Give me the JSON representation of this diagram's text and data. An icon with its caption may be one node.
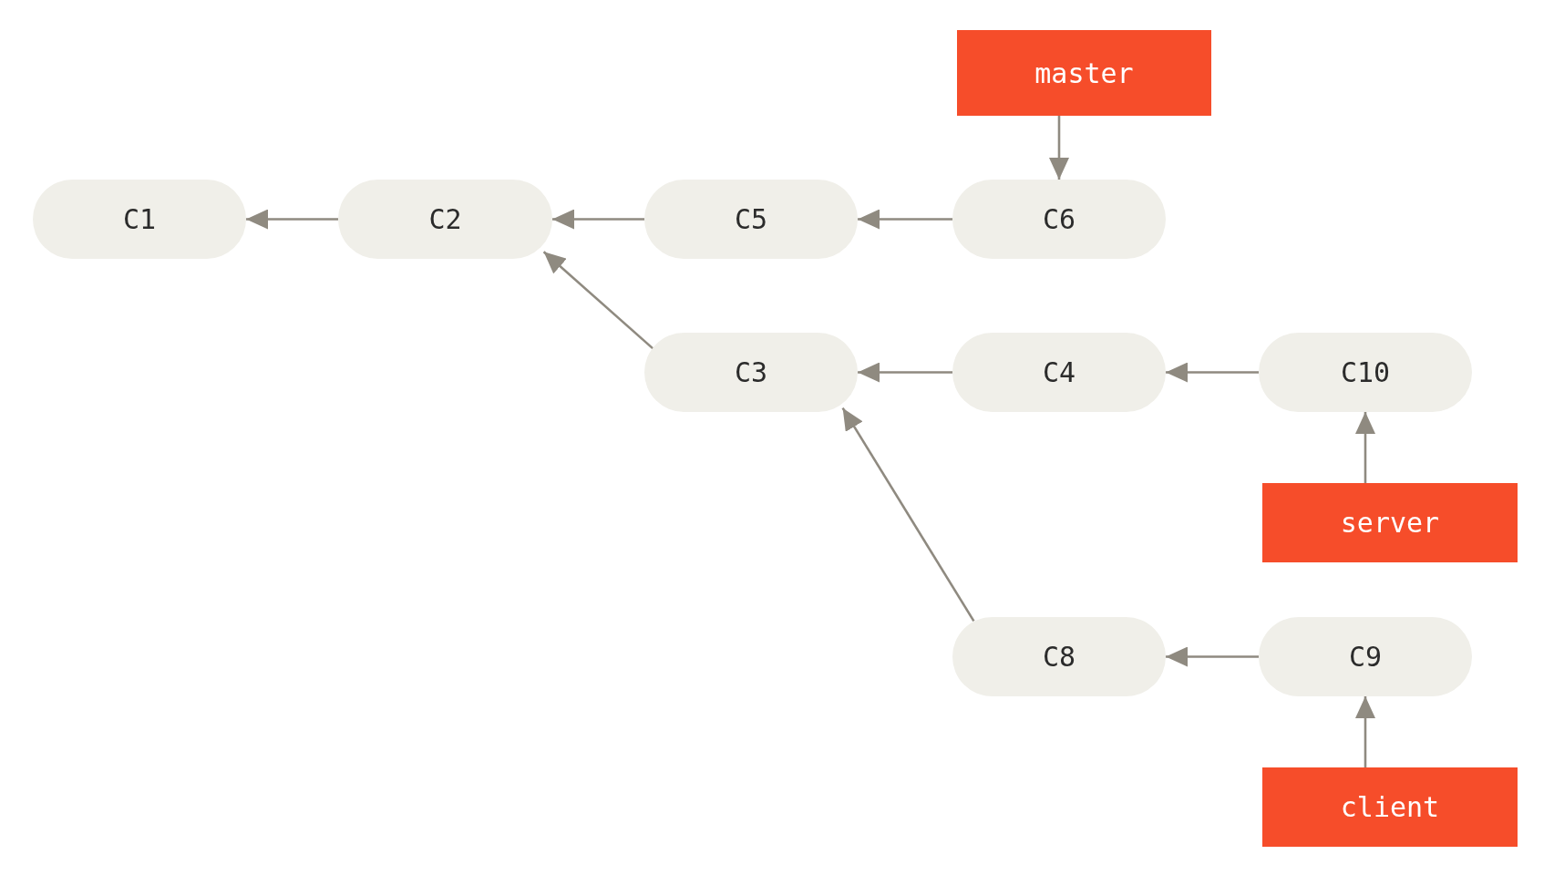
{
  "diagram": {
    "nodes": [
      {
        "text": [
          "master"
        ]
      },
      {
        "text": [
          "C1"
        ]
      },
      {
        "text": [
          "C2"
        ]
      },
      {
        "text": [
          "C5"
        ]
      },
      {
        "text": [
          "C6"
        ]
      },
      {
        "text": [
          "C3"
        ]
      },
      {
        "text": [
          "C4"
        ]
      },
      {
        "text": [
          "C10"
        ]
      },
      {
        "text": [
          "server"
        ]
      },
      {
        "text": [
          "C8"
        ]
      },
      {
        "text": [
          "C9"
        ]
      },
      {
        "text": [
          "client"
        ]
      }
    ],
    "edges": [
      {
        "from": 0,
        "to": 4,
        "arrow": "to"
      },
      {
        "from": 2,
        "to": 1,
        "arrow": "to"
      },
      {
        "from": 3,
        "to": 2,
        "arrow": "to"
      },
      {
        "from": 4,
        "to": 3,
        "arrow": "to"
      },
      {
        "from": 5,
        "to": 2,
        "arrow": "to"
      },
      {
        "from": 6,
        "to": 5,
        "arrow": "to"
      },
      {
        "from": 7,
        "to": 6,
        "arrow": "to"
      },
      {
        "from": 8,
        "to": 7,
        "arrow": "to"
      },
      {
        "from": 9,
        "to": 5,
        "arrow": "to"
      },
      {
        "from": 10,
        "to": 9,
        "arrow": "to"
      },
      {
        "from": 11,
        "to": 10,
        "arrow": "to"
      }
    ]
  }
}
